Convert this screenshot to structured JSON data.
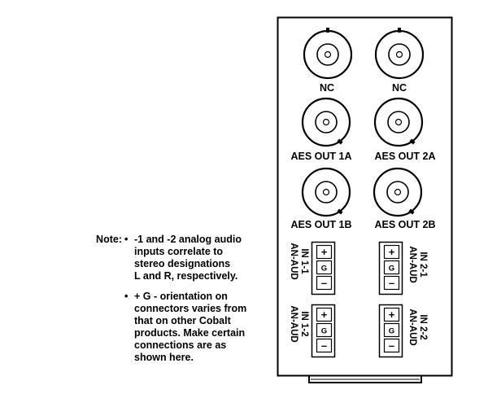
{
  "panel": {
    "bnc_labels": [
      "NC",
      "NC",
      "AES OUT 1A",
      "AES OUT 2A",
      "AES OUT 1B",
      "AES OUT 2B"
    ],
    "audio_connectors": [
      {
        "label_line1": "AN-AUD",
        "label_line2": "IN 1-1",
        "terminals": [
          "+",
          "G",
          "–"
        ]
      },
      {
        "label_line1": "AN-AUD",
        "label_line2": "IN 2-1",
        "terminals": [
          "+",
          "G",
          "–"
        ]
      },
      {
        "label_line1": "AN-AUD",
        "label_line2": "IN 1-2",
        "terminals": [
          "+",
          "G",
          "–"
        ]
      },
      {
        "label_line1": "AN-AUD",
        "label_line2": "IN 2-2",
        "terminals": [
          "+",
          "G",
          "–"
        ]
      }
    ]
  },
  "notes": {
    "prefix": "Note:",
    "items": [
      {
        "lines": [
          "-1 and -2 analog audio",
          "inputs correlate to",
          "stereo designations",
          "L and R, respectively."
        ]
      },
      {
        "lines": [
          "+ G - orientation on",
          "connectors varies from",
          "that on other Cobalt",
          "products. Make certain",
          "connections are as",
          "shown here."
        ]
      }
    ]
  },
  "colors": {
    "ink": "#000000",
    "paper": "#ffffff"
  }
}
